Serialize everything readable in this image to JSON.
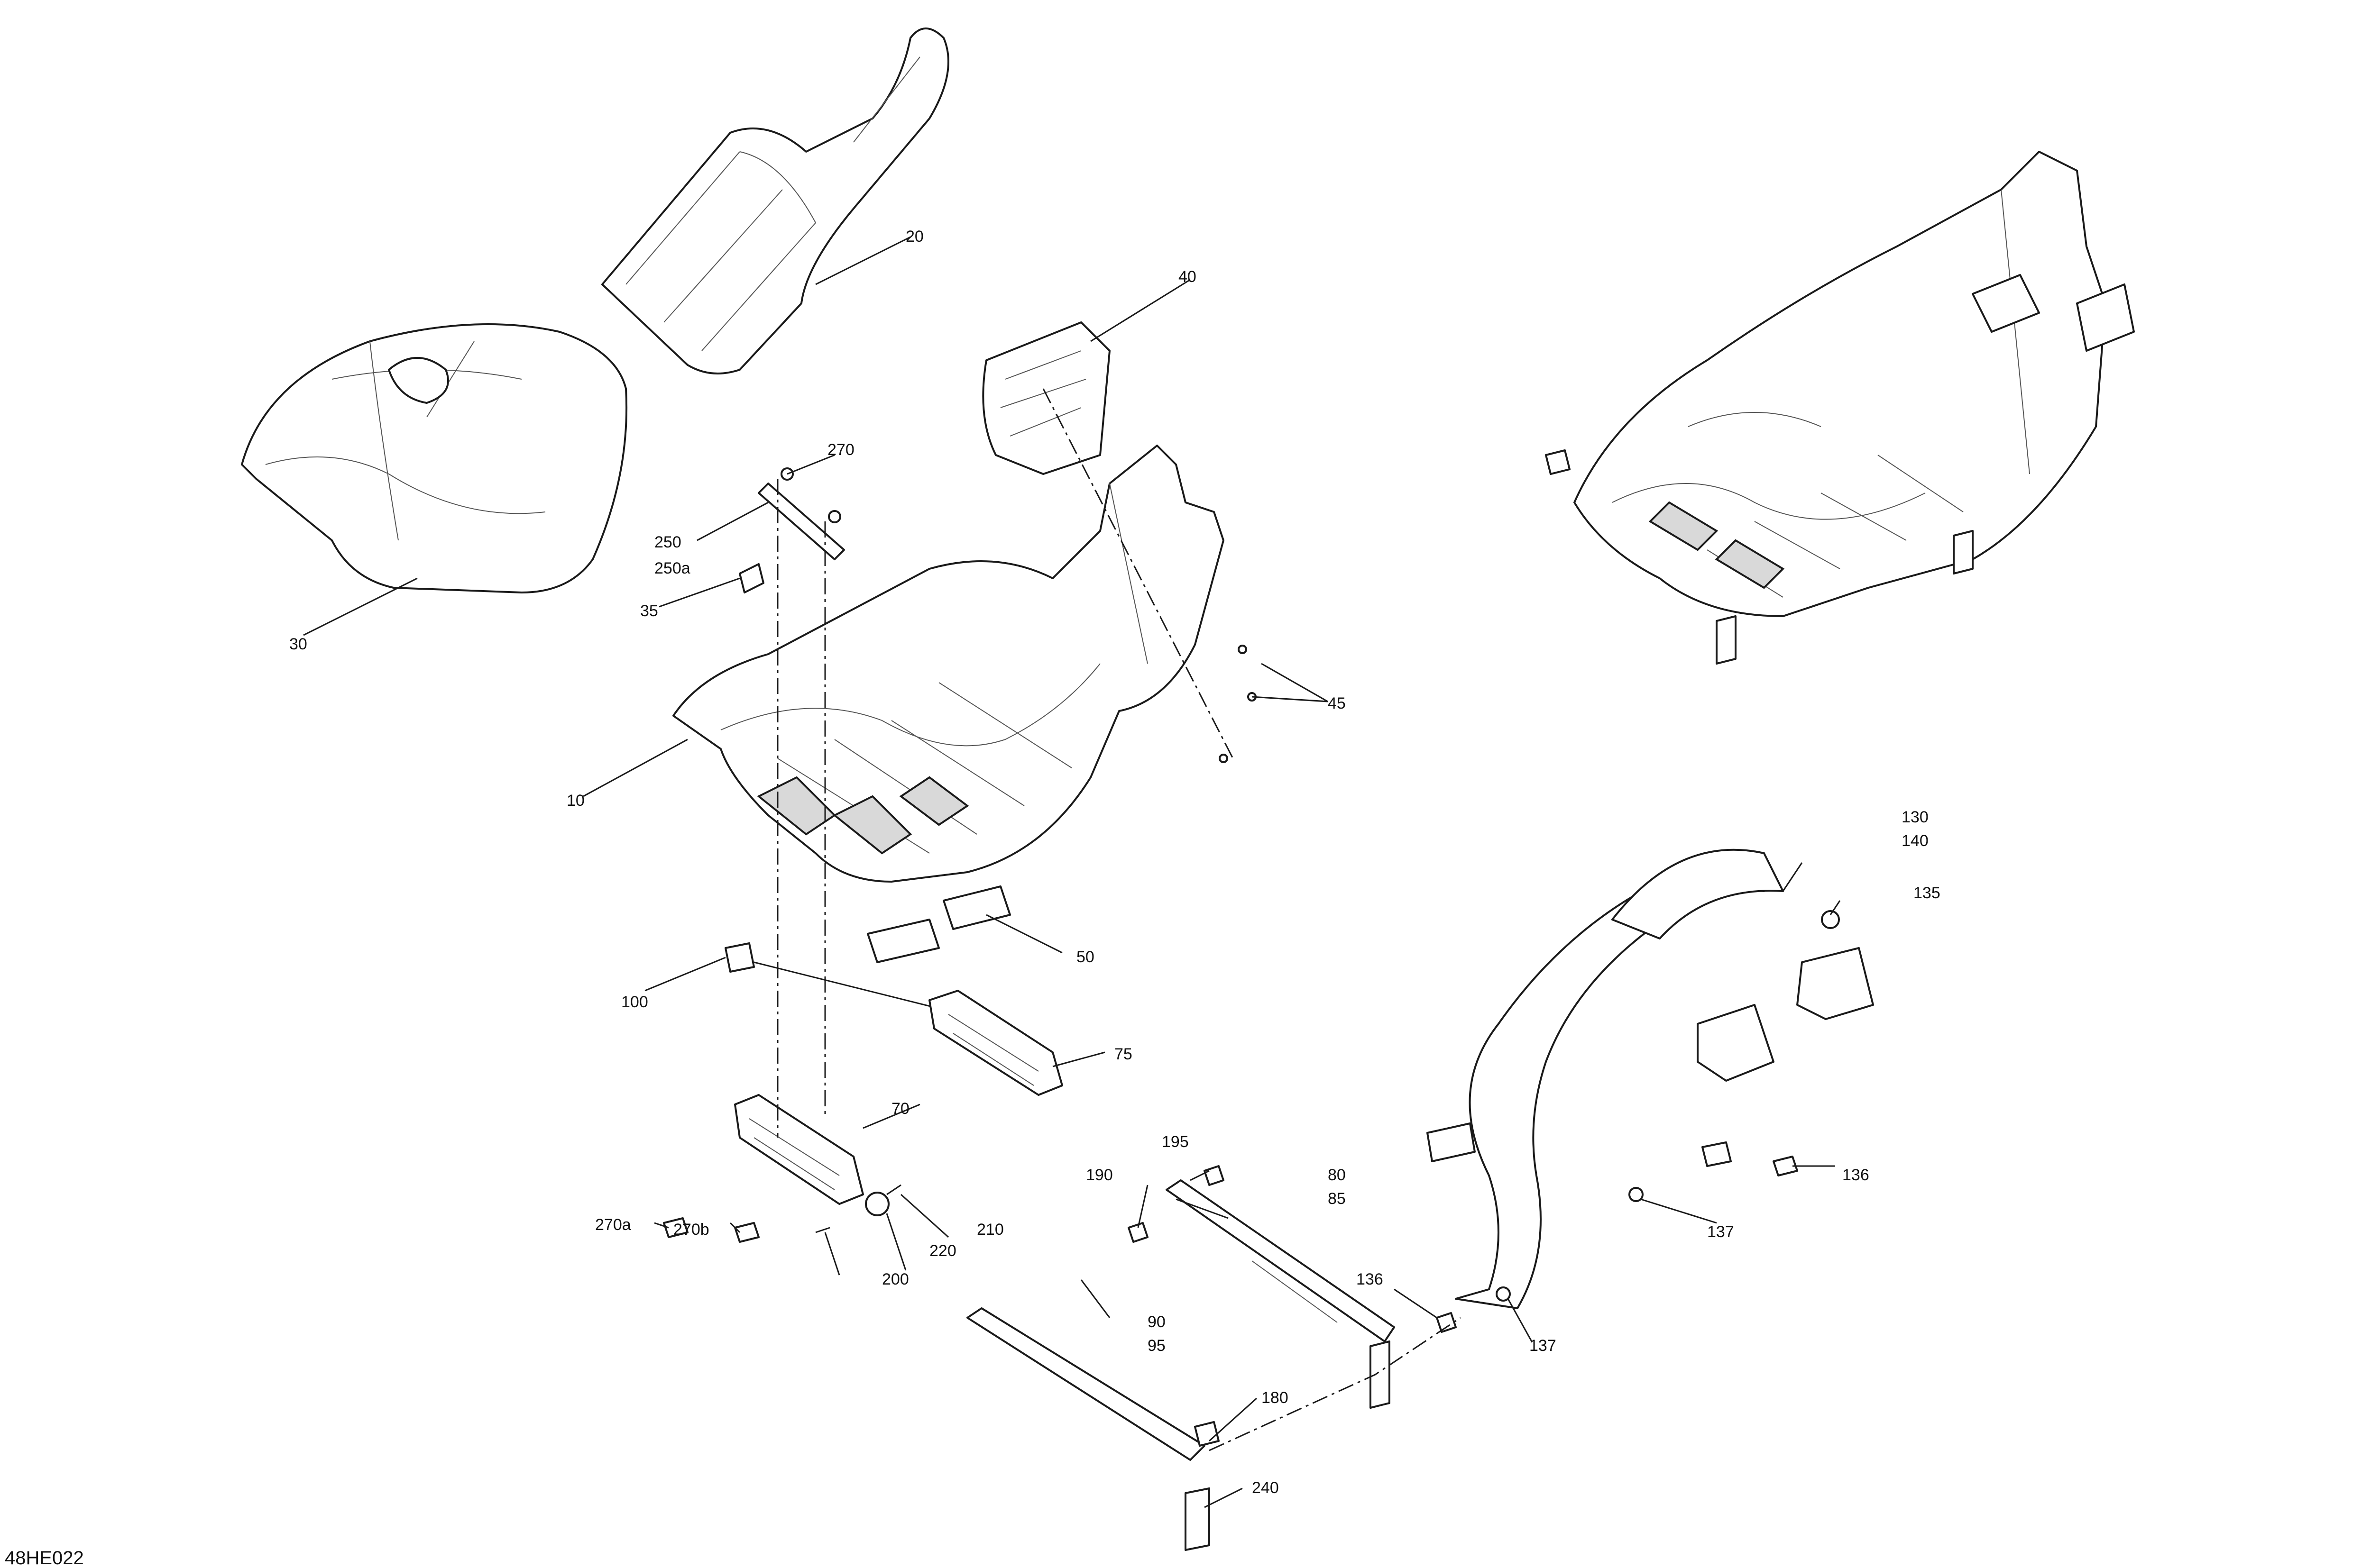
{
  "diagram": {
    "reference_code": "48HE022",
    "callouts": {
      "c10": "10",
      "c20": "20",
      "c30": "30",
      "c35": "35",
      "c40": "40",
      "c45": "45",
      "c50": "50",
      "c70": "70",
      "c75": "75",
      "c80": "80",
      "c85": "85",
      "c90": "90",
      "c95": "95",
      "c100": "100",
      "c130": "130",
      "c135": "135",
      "c136a": "136",
      "c136b": "136",
      "c137a": "137",
      "c137b": "137",
      "c140": "140",
      "c180": "180",
      "c190": "190",
      "c195": "195",
      "c200": "200",
      "c210": "210",
      "c220": "220",
      "c240": "240",
      "c250": "250",
      "c250a": "250a",
      "c270": "270",
      "c270a": "270a",
      "c270b": "270b"
    }
  }
}
